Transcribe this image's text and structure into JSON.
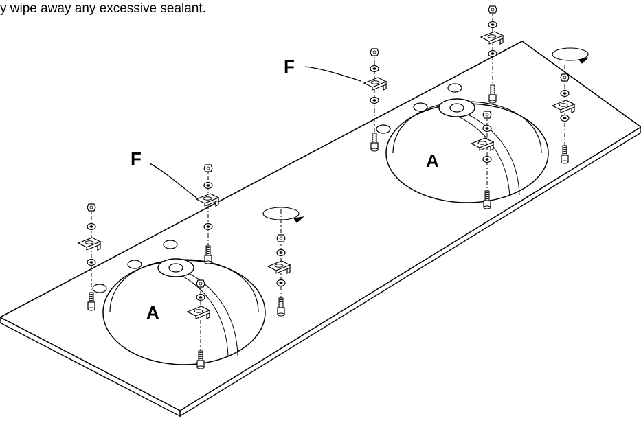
{
  "instruction_text": "y wipe away any excessive sealant.",
  "callouts": {
    "f_upper": "F",
    "f_lower": "F",
    "a_right": "A",
    "a_left": "A"
  }
}
